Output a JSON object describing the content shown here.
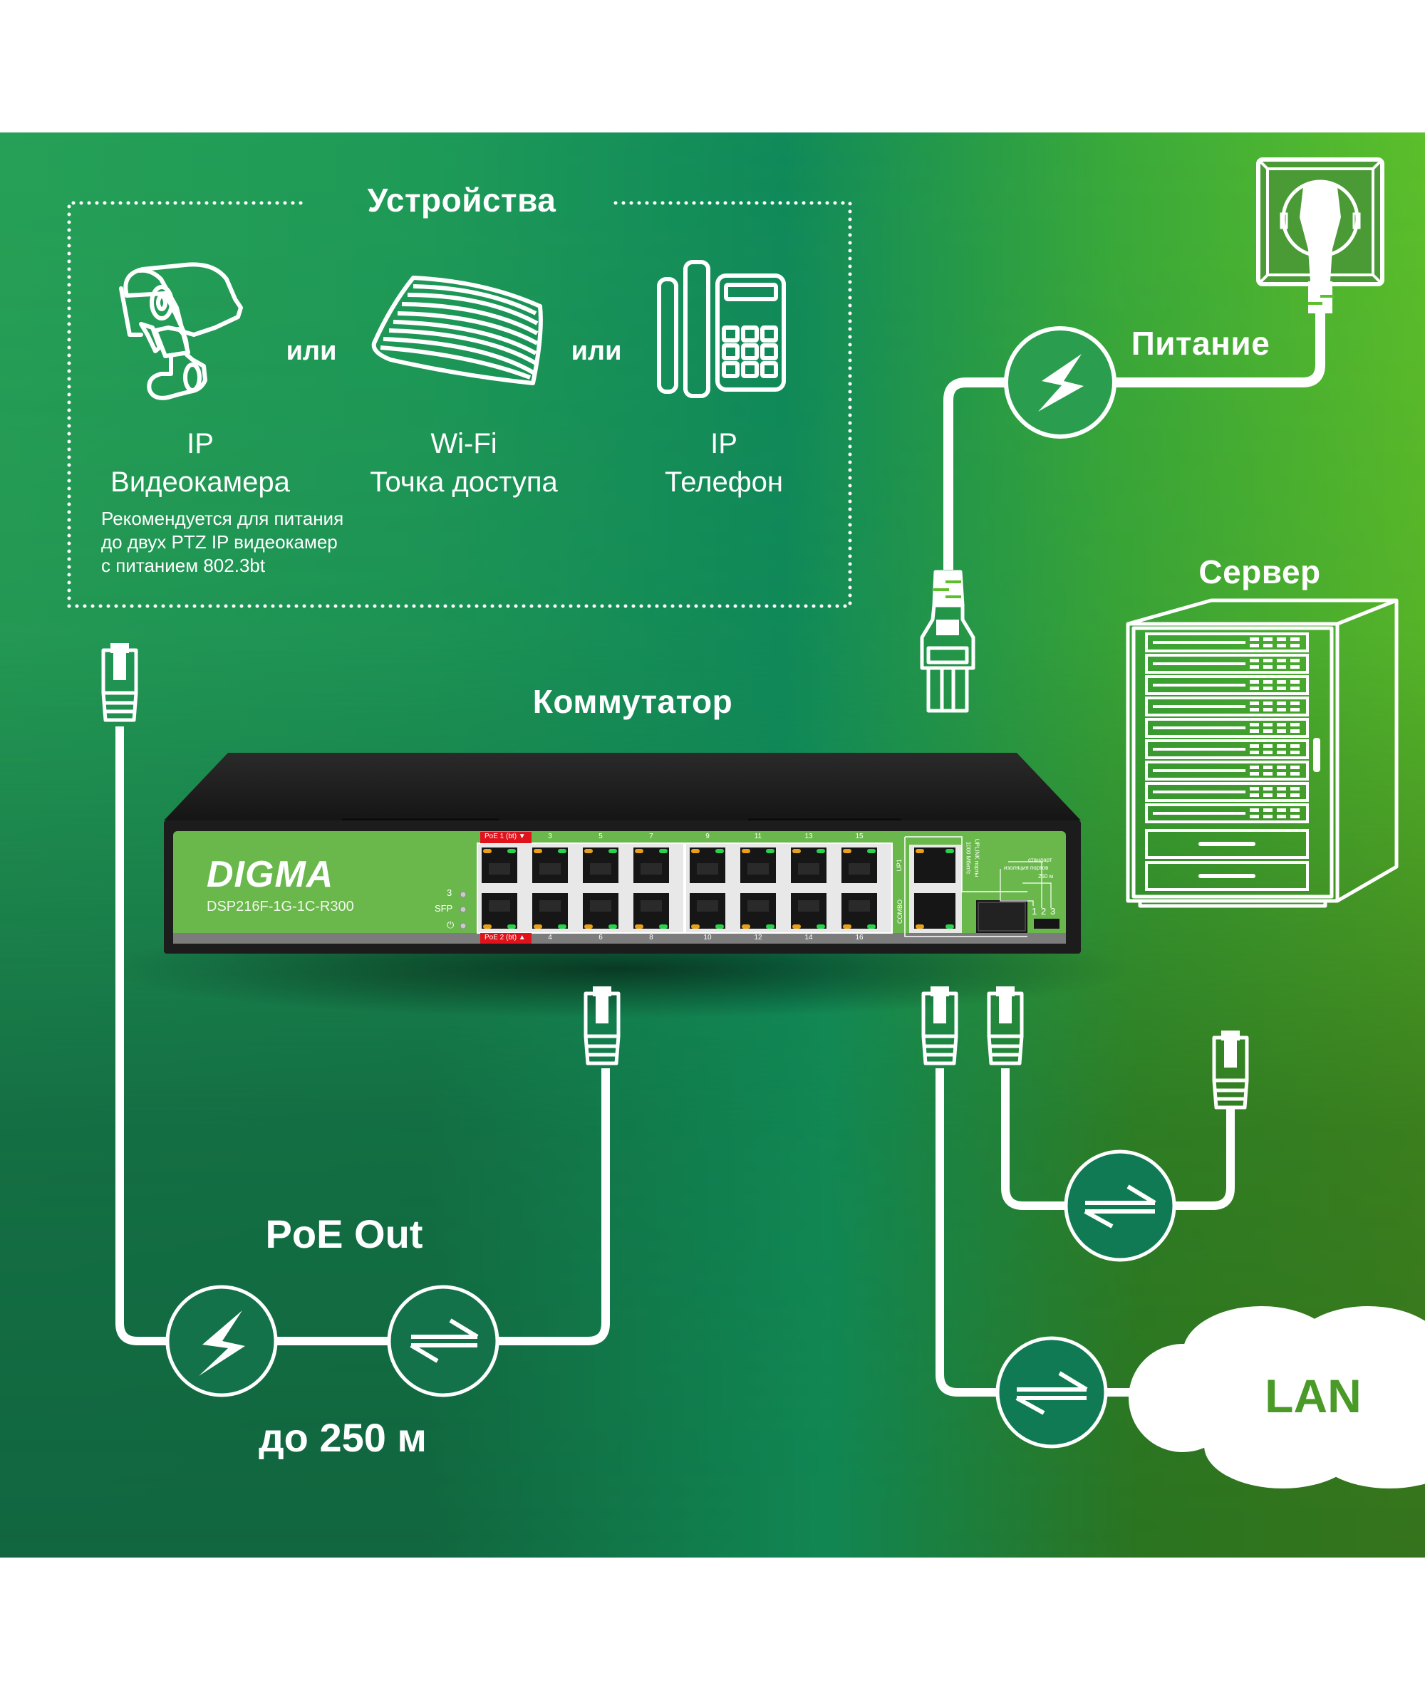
{
  "colors": {
    "bg_top_left": "#27a157",
    "bg_top_mid": "#118a5a",
    "bg_top_right": "#5cbf2b",
    "bg_bottom_left": "#116640",
    "bg_bottom_mid": "#118653",
    "bg_bottom_right": "#2f6e1a",
    "line": "#ffffff",
    "circle_dark": "#107a55",
    "circle_light": "#2a9e4e",
    "switch_panel": "#6ab84c",
    "switch_body": "#1b1b1b",
    "poe_badge": "#e0121b",
    "lan_text": "#4a9a28"
  },
  "devices_box": {
    "title": "Устройства",
    "devices": [
      {
        "icon": "ip-camera-icon",
        "line1": "IP",
        "line2": "Видеокамера"
      },
      {
        "icon": "wifi-access-point-icon",
        "line1": "Wi-Fi",
        "line2": "Точка доступа"
      },
      {
        "icon": "ip-phone-icon",
        "line1": "IP",
        "line2": "Телефон"
      }
    ],
    "separator": "или",
    "note": [
      "Рекомендуется для питания",
      "до двух PTZ IP видеокамер",
      "с питанием 802.3bt"
    ]
  },
  "switch": {
    "label": "Коммутатор",
    "brand": "DIGMA",
    "model": "DSP216F-1G-1C-R300",
    "leds": [
      "3",
      "SFP",
      "⏻"
    ],
    "poe_top": "PoE 1 (bt) ▼",
    "poe_bottom": "PoE 2 (bt) ▲",
    "top_port_numbers": [
      "3",
      "5",
      "7",
      "9",
      "11",
      "13",
      "15"
    ],
    "bottom_port_numbers": [
      "4",
      "6",
      "8",
      "10",
      "12",
      "14",
      "16"
    ],
    "uplink_labels": {
      "up": "UP1",
      "combo": "COMBO",
      "uplink1": "UPLINK порты",
      "uplink2": "1000 Мбит/с"
    },
    "mode_labels": [
      "стандарт",
      "изоляция портов",
      "250 м"
    ],
    "mode_switch_positions": [
      "1",
      "2",
      "3"
    ]
  },
  "power": {
    "label": "Питание",
    "icon": "lightning-icon"
  },
  "server": {
    "label": "Сервер"
  },
  "poe_out": {
    "title": "PoE Out",
    "distance": "до 250 м"
  },
  "lan": {
    "label": "LAN"
  }
}
